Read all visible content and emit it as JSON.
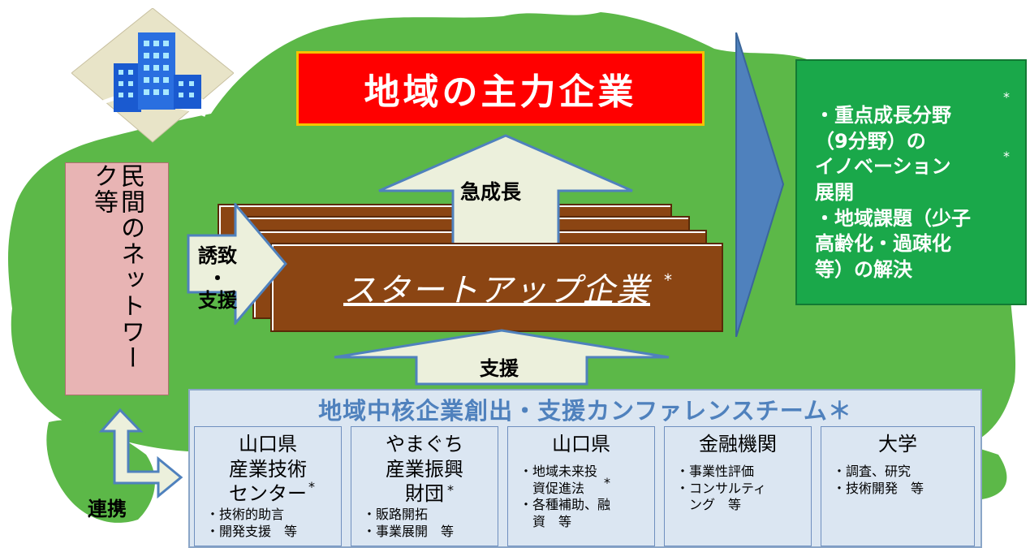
{
  "main_companies": "地域の主力企業",
  "private_network": "民間のネットワーク等",
  "rapid_growth": "急成長",
  "attract_support": [
    "誘致",
    "・",
    "支援"
  ],
  "startup": "スタートアップ企業",
  "startup_note": "*",
  "support": "支援",
  "outcomes": {
    "item1": "・重点成長分野",
    "item1_note": "*",
    "item1b": "（9分野）の",
    "item1c": "イノベーション",
    "item1c_note": "*",
    "item1d": "展開",
    "item2a": "・地域課題（少子",
    "item2b": "高齢化・過疎化",
    "item2c": "等）の解決"
  },
  "team_title": "地域中核企業創出・支援カンファレンスチーム＊",
  "cooperation": "連携",
  "orgs": [
    {
      "name_lines": [
        "山口県",
        "産業技術",
        "センター"
      ],
      "note": "*",
      "items": [
        "・技術的助言",
        "・開発支援　等"
      ]
    },
    {
      "name_lines": [
        "やまぐち",
        "産業振興",
        "財団"
      ],
      "note": "*",
      "items": [
        "・販路開拓",
        "・事業展開　等"
      ]
    },
    {
      "name_lines": [
        "山口県"
      ],
      "items": [
        "・地域未来投",
        "　資促進法",
        "・各種補助、融",
        "　資　等"
      ],
      "note": "*"
    },
    {
      "name_lines": [
        "金融機関"
      ],
      "items": [
        "・事業性評価",
        "・コンサルティ",
        "　ング　等"
      ]
    },
    {
      "name_lines": [
        "大学"
      ],
      "items": [
        "・調査、研究",
        "・技術開発　等"
      ]
    }
  ],
  "colors": {
    "map_green": "#5cb848",
    "top_box": "#ff0000",
    "outcome_box": "#1aa84a",
    "startup_cards": "#8b4513",
    "big_arrow": "#4f81bd",
    "team_title": "#4f81bd"
  },
  "icons": [
    "buildings-icon",
    "big-right-arrow",
    "up-arrow",
    "right-arrow",
    "bidirectional-arrow"
  ]
}
